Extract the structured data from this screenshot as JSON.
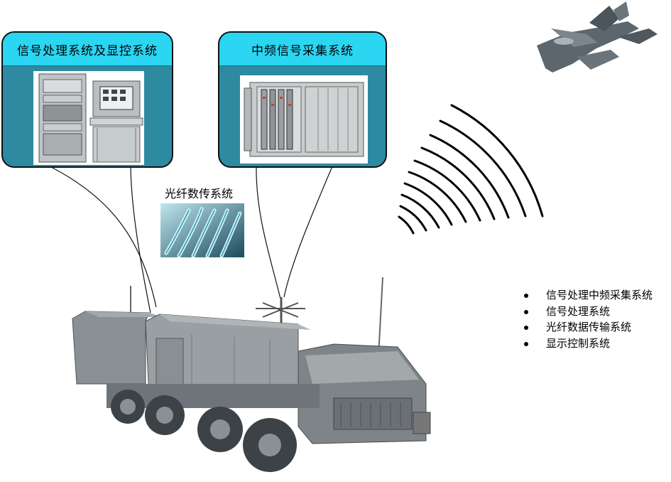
{
  "callouts": {
    "left_title": "信号处理系统及显控系统",
    "right_title": "中频信号采集系统"
  },
  "fiber": {
    "title": "光纤数传系统"
  },
  "features": [
    "信号处理中频采集系统",
    "信号处理系统",
    "光纤数据传输系统",
    "显示控制系统"
  ],
  "icons": [
    "fighter-jet-icon",
    "radio-wave-icon",
    "radar-truck-icon"
  ],
  "colors": {
    "callout_header": "#2ad6f2",
    "callout_body": "#2e8aa0"
  }
}
